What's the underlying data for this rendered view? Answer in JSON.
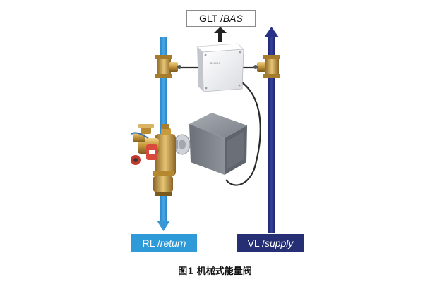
{
  "labels": {
    "glt": {
      "main": "GLT / ",
      "italic": "BAS"
    },
    "return": {
      "main": "RL / ",
      "italic": "return"
    },
    "supply": {
      "main": "VL / ",
      "italic": "supply"
    }
  },
  "caption": "图1 机械式能量阀",
  "device_logo": "BELIMO",
  "icons": {
    "return_pipe": "blue-arrow-down",
    "supply_pipe": "navy-arrow-up",
    "controller": "white-control-box",
    "actuator": "grey-actuator",
    "valve": "brass-valve"
  },
  "colors": {
    "return_pipe": "#3a97d6",
    "supply_pipe": "#28308a",
    "return_label_bg": "#2f9ad8",
    "supply_label_bg": "#262f73",
    "brass": "#c99a3c",
    "controller": "#f1f2f4",
    "actuator": "#7f848c"
  }
}
